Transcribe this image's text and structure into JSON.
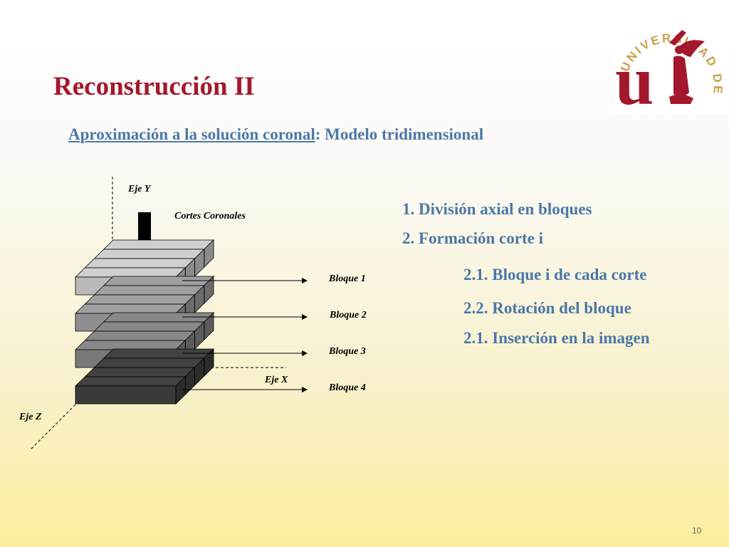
{
  "slide": {
    "title": "Reconstrucción II",
    "subtitle_link": "Aproximación a la solución coronal",
    "subtitle_rest": ": Modelo tridimensional",
    "page_number": "10"
  },
  "logo": {
    "text": "UNIVERSIDAD DE SEVILLA",
    "letter": "u",
    "color": "#a3182d"
  },
  "steps": [
    "1. División axial en bloques",
    "2. Formación corte i",
    "2.1. Bloque i de cada corte",
    "2.2. Rotación del bloque",
    "2.1. Inserción en la imagen"
  ],
  "diagram": {
    "axis_y": "Eje Y",
    "axis_x": "Eje X",
    "axis_z": "Eje Z",
    "cut_label": "Cortes Coronales",
    "blocks": [
      "Bloque 1",
      "Bloque 2",
      "Bloque 3",
      "Bloque 4"
    ],
    "block_colors": [
      "#b9b9b9",
      "#8f8f8f",
      "#797979",
      "#3a3a3a"
    ]
  },
  "colors": {
    "title": "#a3182d",
    "accent": "#4b78a8"
  }
}
